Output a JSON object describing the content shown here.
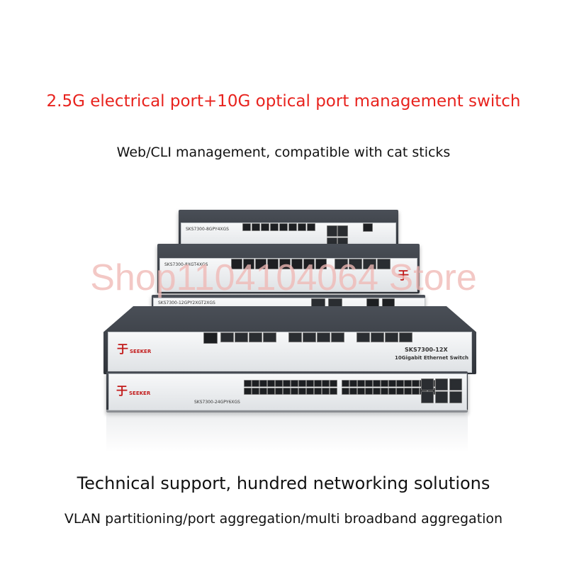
{
  "headings": {
    "title": "2.5G electrical port+10G optical port management switch",
    "subtitle": "Web/CLI management, compatible with cat sticks",
    "support": "Technical support, hundred networking solutions",
    "features": "VLAN partitioning/port aggregation/multi broadband aggregation"
  },
  "watermark": "Shop1104104064 Store",
  "switches": [
    {
      "model": "SKS7300-8GPY4XGS"
    },
    {
      "model": "SKS7300-8XGT4XGS"
    },
    {
      "model": "SKS7300-12GPY2XGT2XGS"
    },
    {
      "model": "SKS7300-12X",
      "caption": "10Gigabit Ethernet Switch"
    },
    {
      "model": "SKS7300-24GPY6XGS"
    }
  ],
  "brand": "SEEKER",
  "colors": {
    "title": "#e8231e",
    "watermark": "#f0b9b6",
    "chassis": "#3a3e44"
  }
}
